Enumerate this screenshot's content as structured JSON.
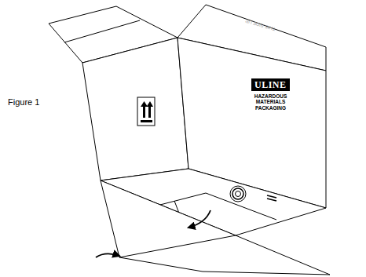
{
  "diagram": {
    "nodes": [
      {
        "text": [
          "ULINE"
        ]
      }
    ],
    "labels": [
      "Figure 1",
      "HAZARDOUS MATERIALS PACKAGING",
      "THIS SIDE UP"
    ]
  }
}
